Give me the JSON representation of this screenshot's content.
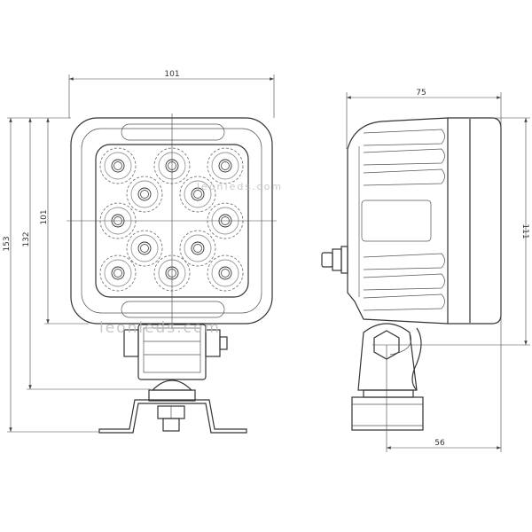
{
  "dimensions": {
    "front_width": "101",
    "front_total_height": "153",
    "front_height_to_mount": "132",
    "front_housing_height": "101",
    "side_depth": "75",
    "side_height": "111",
    "side_mount_offset": "56"
  },
  "watermark": {
    "text_1": "leonleds.com",
    "text_2": "leonleds.com"
  },
  "front_view": {
    "led_count": 12
  },
  "colors": {
    "line": "#333333",
    "watermark": "#bbbbbb"
  }
}
